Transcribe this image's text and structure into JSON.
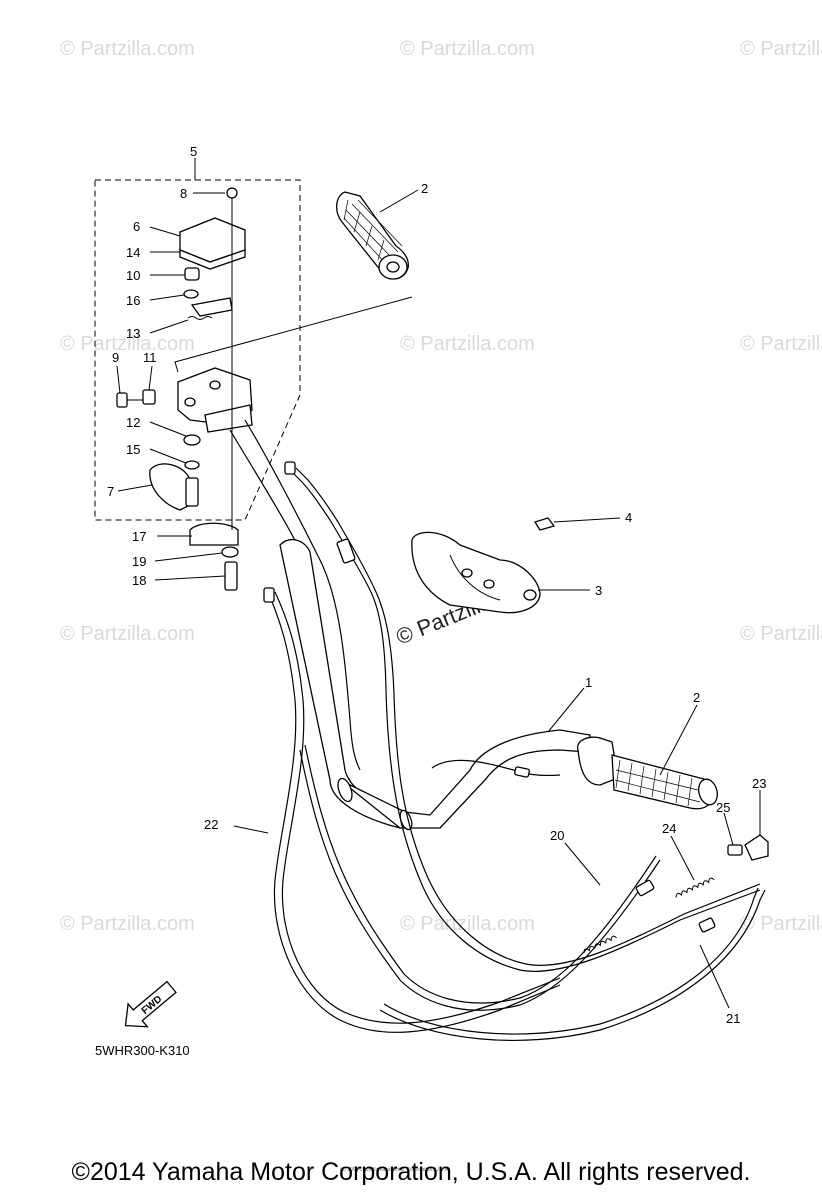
{
  "watermark_text": "© Partzilla.com",
  "callouts": [
    "1",
    "2",
    "3",
    "4",
    "5",
    "6",
    "7",
    "8",
    "9",
    "10",
    "11",
    "12",
    "13",
    "14",
    "15",
    "16",
    "17",
    "18",
    "19",
    "20",
    "21",
    "22",
    "23",
    "24",
    "25"
  ],
  "fwd_label": "FWD",
  "diagram_code": "5WHR300-K310",
  "small_print": "(c) 2005-2016 Yamaha Motor Corporation, U.S.A.",
  "footer_copyright": "©2014 Yamaha Motor Corporation, U.S.A. All rights reserved."
}
